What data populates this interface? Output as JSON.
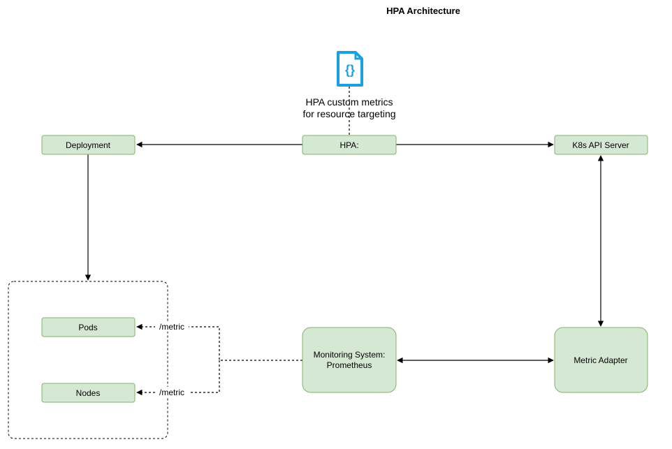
{
  "title": "HPA Architecture",
  "icon": {
    "name": "json-file-icon",
    "glyph": "{}",
    "color": "#1ba1e2"
  },
  "note": {
    "line1": "HPA custom metrics",
    "line2": "for resource targeting"
  },
  "nodes": {
    "deployment": "Deployment",
    "hpa": "HPA:",
    "k8s_api_server": "K8s API Server",
    "pods": "Pods",
    "nodes": "Nodes",
    "monitoring_line1": "Monitoring System:",
    "monitoring_line2": "Prometheus",
    "metric_adapter": "Metric Adapter"
  },
  "edge_labels": {
    "pods_metric": "/metric",
    "nodes_metric": "/metric"
  },
  "colors": {
    "node_fill": "#d5e8d4",
    "node_stroke": "#82b366",
    "icon": "#1ba1e2",
    "edge": "#000000"
  }
}
